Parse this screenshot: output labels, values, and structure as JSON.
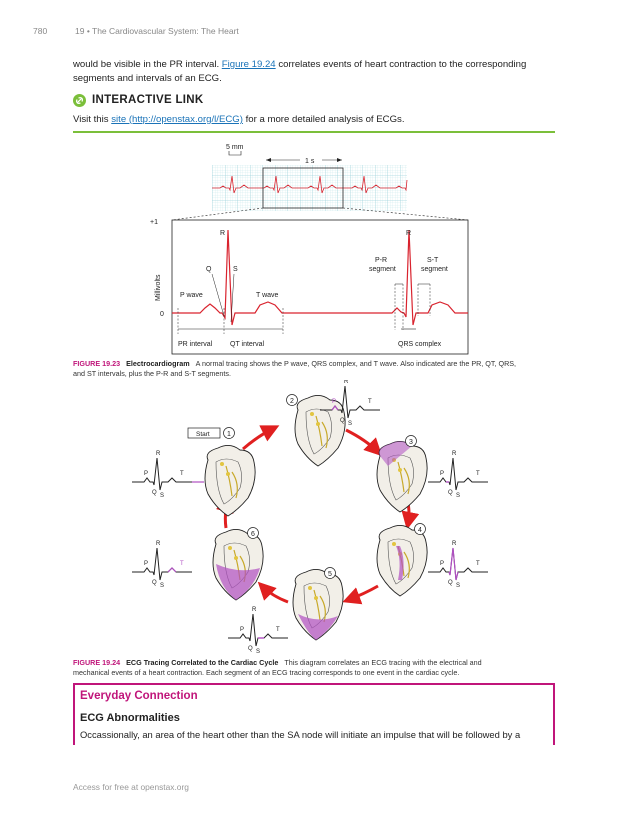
{
  "header": {
    "page_number": "780",
    "chapter": "19 • The Cardiovascular System: The Heart"
  },
  "intro": {
    "line1_before": "would be visible in the PR interval. ",
    "link_fig": "Figure 19.24",
    "line1_after": " correlates events of heart contraction to the corresponding",
    "line2": "segments and intervals of an ECG."
  },
  "interactive_link": {
    "title": "INTERACTIVE LINK",
    "before": "Visit this ",
    "link": "site (http://openstax.org/l/ECG)",
    "after": " for a more detailed analysis of ECGs."
  },
  "figure1": {
    "small_strip": {
      "scale_5mm": "5 mm",
      "scale_1s": "1 s"
    },
    "axis": {
      "top": "+1",
      "zero": "0",
      "ylabel": "Millivolts"
    },
    "labels": {
      "R1": "R",
      "R2": "R",
      "Q": "Q",
      "S": "S",
      "p_wave": "P wave",
      "t_wave": "T wave",
      "pr_seg_1": "P-R",
      "pr_seg_2": "segment",
      "st_seg_1": "S-T",
      "st_seg_2": "segment",
      "pr_interval": "PR interval",
      "qt_interval": "QT interval",
      "qrs": "QRS complex"
    },
    "caption": {
      "label": "FIGURE 19.23",
      "title": "Electrocardiogram",
      "line1": "A normal tracing shows the P wave, QRS complex, and T wave. Also indicated are the PR, QT, QRS,",
      "line2": "and ST intervals, plus the P-R and S-T segments."
    }
  },
  "figure2": {
    "start": "Start",
    "steps": [
      "1",
      "2",
      "3",
      "4",
      "5",
      "6"
    ],
    "wave_labels": {
      "p": "P",
      "q": "Q",
      "r": "R",
      "s": "S",
      "t": "T"
    },
    "caption": {
      "label": "FIGURE 19.24",
      "title": "ECG Tracing Correlated to the Cardiac Cycle",
      "line1": "This diagram correlates an ECG tracing with the electrical and",
      "line2": "mechanical events of a heart contraction. Each segment of an ECG tracing corresponds to one event in the cardiac cycle."
    }
  },
  "everyday": {
    "title": "Everyday Connection",
    "subtitle": "ECG Abnormalities",
    "text": "Occassionally, an area of the heart other than the SA node will initiate an impulse that will be followed by a"
  },
  "footer": "Access for free at openstax.org",
  "colors": {
    "accent_magenta": "#c0157a",
    "link_blue": "#1a73b8",
    "green": "#7bbf3a",
    "ecg_red": "#d9232e",
    "highlight_purple": "#b04fc2"
  }
}
